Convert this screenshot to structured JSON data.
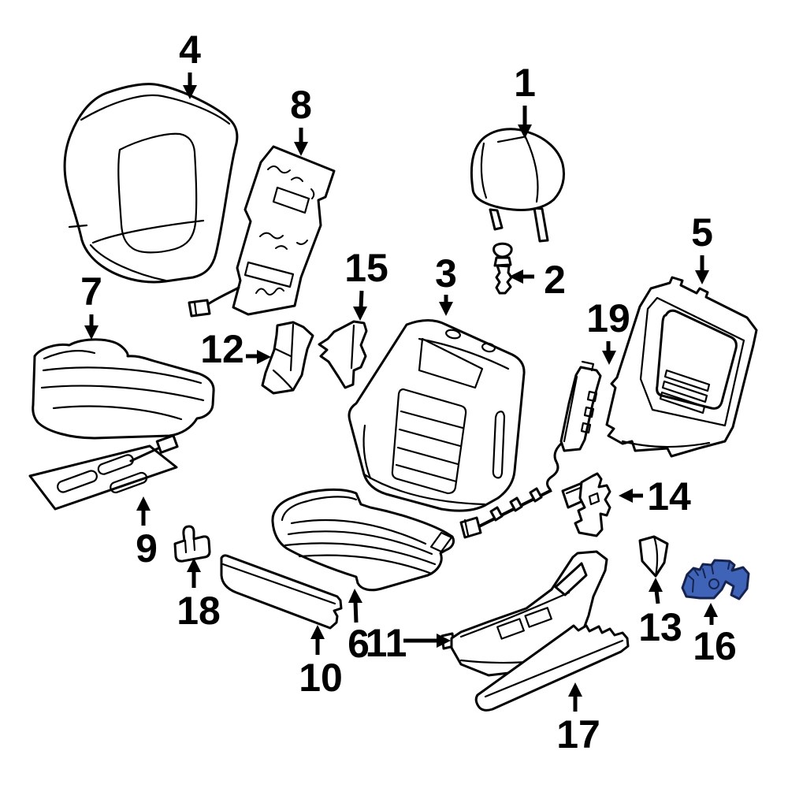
{
  "diagram": {
    "background_color": "#ffffff",
    "line_color": "#000000",
    "highlight_fill": "#3e63b7",
    "highlight_outline": "#16234f",
    "highlighted_callout": "16",
    "callouts": [
      {
        "number": "1"
      },
      {
        "number": "2"
      },
      {
        "number": "3"
      },
      {
        "number": "4"
      },
      {
        "number": "5"
      },
      {
        "number": "6"
      },
      {
        "number": "7"
      },
      {
        "number": "8"
      },
      {
        "number": "9"
      },
      {
        "number": "10"
      },
      {
        "number": "11"
      },
      {
        "number": "12"
      },
      {
        "number": "13"
      },
      {
        "number": "14"
      },
      {
        "number": "15"
      },
      {
        "number": "16"
      },
      {
        "number": "17"
      },
      {
        "number": "18"
      },
      {
        "number": "19"
      }
    ]
  }
}
